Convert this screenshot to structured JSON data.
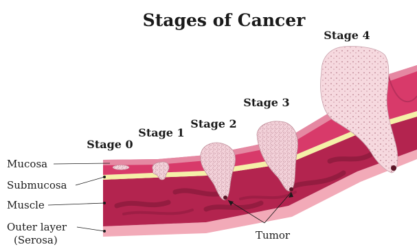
{
  "title": "Stages of Cancer",
  "stages": [
    {
      "label": "Stage 0"
    },
    {
      "label": "Stage 1"
    },
    {
      "label": "Stage 2"
    },
    {
      "label": "Stage 3"
    },
    {
      "label": "Stage 4"
    }
  ],
  "layers": {
    "mucosa": "Mucosa",
    "submucosa": "Submucosa",
    "muscle": "Muscle",
    "outer_line1": "Outer layer",
    "outer_line2": "(Serosa)"
  },
  "tumor_label": "Tumor",
  "colors": {
    "mucosa": "#d83a6a",
    "mucosa_light": "#e9a3b6",
    "submucosa": "#f5f0a8",
    "muscle": "#b3244f",
    "muscle_dark": "#8c1a3c",
    "serosa": "#f2aab8",
    "tumor": "#f6d9df"
  }
}
